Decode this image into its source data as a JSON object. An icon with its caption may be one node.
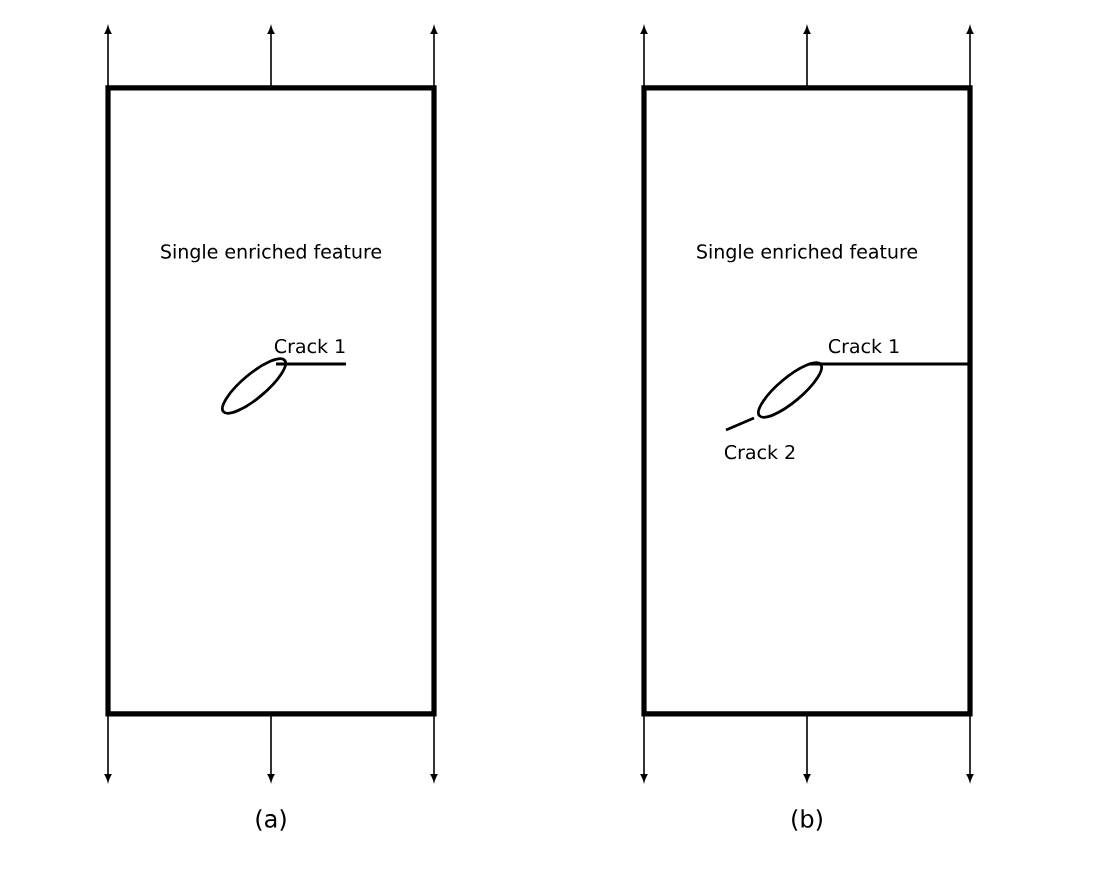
{
  "diagram": {
    "nodes": [
      {
        "text": [
          "Single enriched feature"
        ],
        "beside": [
          "(a)"
        ]
      },
      {
        "text": [],
        "shape": "ellipse",
        "in": 0
      },
      {
        "text": [
          "Single enriched feature"
        ],
        "beside": [
          "(b)"
        ]
      },
      {
        "text": [],
        "shape": "ellipse",
        "in": 2
      }
    ],
    "labels": [
      "Crack 1",
      "Crack 1",
      "Crack 2"
    ]
  }
}
